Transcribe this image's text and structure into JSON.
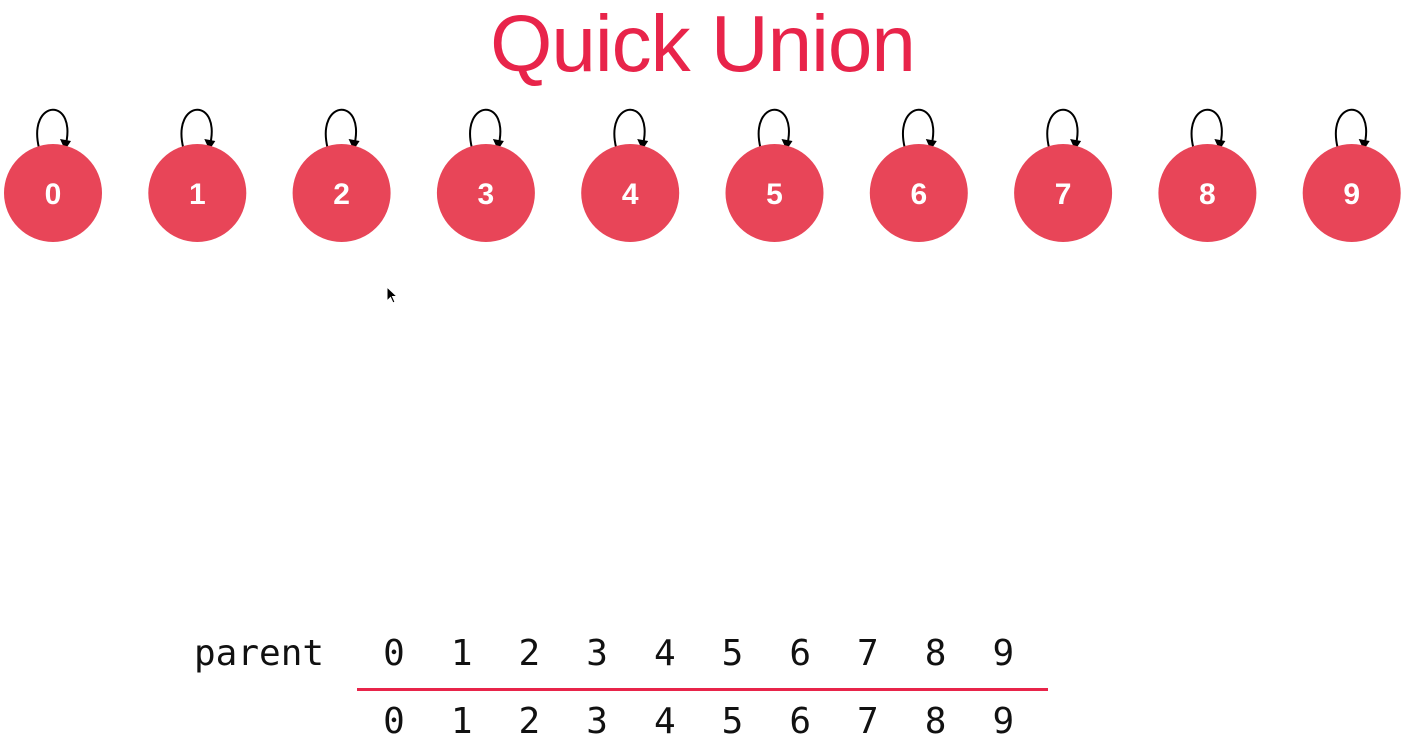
{
  "title": "Quick Union",
  "colors": {
    "title": "#e8244a",
    "node_fill": "#e84558",
    "node_text": "#ffffff",
    "divider": "#e8244a",
    "edge": "#000000"
  },
  "graph": {
    "nodes": [
      {
        "label": "0",
        "parent": "0"
      },
      {
        "label": "1",
        "parent": "1"
      },
      {
        "label": "2",
        "parent": "2"
      },
      {
        "label": "3",
        "parent": "3"
      },
      {
        "label": "4",
        "parent": "4"
      },
      {
        "label": "5",
        "parent": "5"
      },
      {
        "label": "6",
        "parent": "6"
      },
      {
        "label": "7",
        "parent": "7"
      },
      {
        "label": "8",
        "parent": "8"
      },
      {
        "label": "9",
        "parent": "9"
      }
    ]
  },
  "array": {
    "label": "parent",
    "indices": [
      "0",
      "1",
      "2",
      "3",
      "4",
      "5",
      "6",
      "7",
      "8",
      "9"
    ],
    "values": [
      "0",
      "1",
      "2",
      "3",
      "4",
      "5",
      "6",
      "7",
      "8",
      "9"
    ]
  },
  "cursor_icon": "mouse-pointer-icon"
}
